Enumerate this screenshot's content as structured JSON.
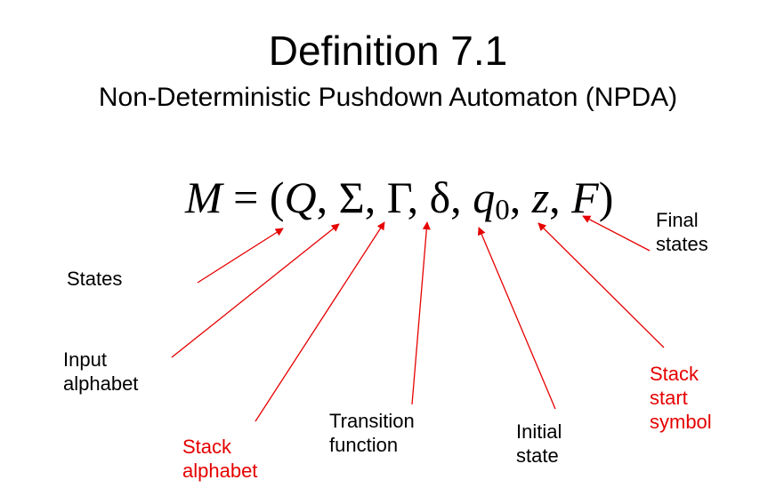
{
  "title": "Definition 7.1",
  "subtitle": "Non-Deterministic Pushdown Automaton (NPDA)",
  "tuple": {
    "M": "M",
    "eq": "= (",
    "Q": "Q",
    "sigma": ", Σ, Γ, δ, ",
    "q": "q",
    "q_sub": "0",
    "sep1": ", ",
    "z": "z",
    "sep2": ", ",
    "F": "F",
    "close": ")"
  },
  "labels": {
    "states": "States",
    "input_line1": "Input",
    "input_line2": "alphabet",
    "stack_alpha_line1": "Stack",
    "stack_alpha_line2": "alphabet",
    "transition_line1": "Transition",
    "transition_line2": "function",
    "initial_line1": "Initial",
    "initial_line2": "state",
    "start_line1": "Stack",
    "start_line2": "start",
    "start_line3": "symbol",
    "final_line1": "Final",
    "final_line2": "states"
  },
  "colors": {
    "arrow": "#e60000",
    "highlight_text": "#e60000",
    "text": "#000000"
  }
}
